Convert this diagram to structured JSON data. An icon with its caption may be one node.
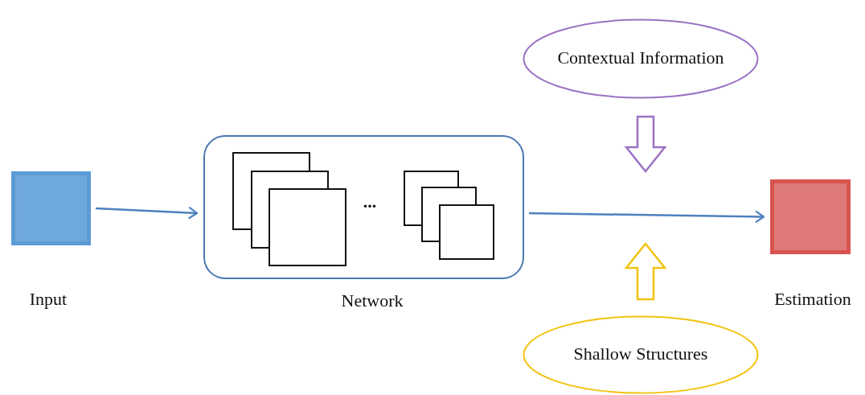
{
  "diagram": {
    "nodes": [
      {
        "text": [
          "Input"
        ]
      },
      {
        "text": [
          "Network"
        ]
      },
      {
        "text": [
          "Estimation"
        ]
      },
      {
        "text": [
          "Contextual Information"
        ]
      },
      {
        "text": [
          "Shallow Structures"
        ]
      }
    ],
    "edges": [
      {
        "from": 0,
        "to": 1,
        "arrow": "to"
      },
      {
        "from": 1,
        "to": 2,
        "arrow": "to"
      },
      {
        "from": 3,
        "to": null,
        "arrow": "to",
        "style": "thick",
        "color": "#9b72c4"
      },
      {
        "from": 4,
        "to": null,
        "arrow": "to",
        "style": "thick",
        "color": "#f2c30f"
      }
    ],
    "labels": [
      "..."
    ]
  }
}
